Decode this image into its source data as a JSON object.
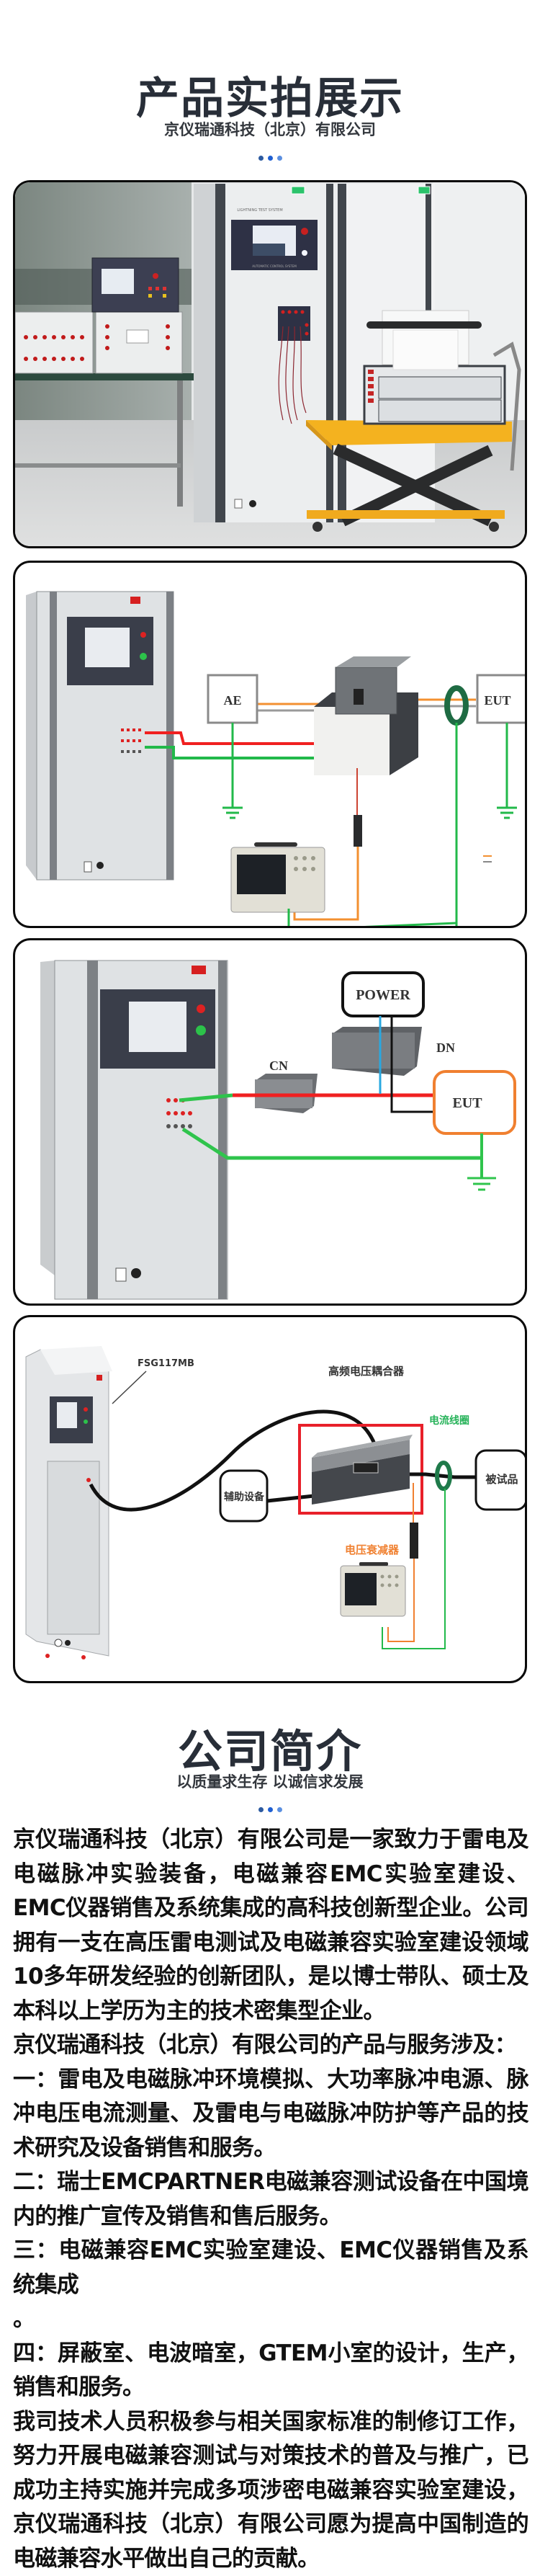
{
  "products_section": {
    "title": "产品实拍展示",
    "subtitle": "京仪瑞通科技（北京）有限公司",
    "dot_colors": [
      "#2c5aa0",
      "#1f5fd1",
      "#5b8fe0"
    ]
  },
  "gallery": [
    {
      "kind": "photo",
      "description": "Lightning surge test system cabinets with yellow scissor-lift cart",
      "cabinet_heading": "LIGHTNING TEST SYSTEM",
      "panel_caption": "AUTOMATIC CONTROL SYSTEM"
    },
    {
      "kind": "diagram",
      "labels": {
        "ae": "AE",
        "eut": "EUT"
      },
      "wire_colors": {
        "live": "#f02020",
        "ground": "#22b94a",
        "signal": "#f39030",
        "neutral": "#9a9a9a"
      }
    },
    {
      "kind": "diagram",
      "labels": {
        "power": "POWER",
        "dn": "DN",
        "cn": "CN",
        "eut": "EUT"
      },
      "wire_colors": {
        "live": "#f02020",
        "ground": "#22b94a",
        "power": "#29a8e0",
        "return": "#111111",
        "eut_border": "#f08030"
      }
    },
    {
      "kind": "diagram",
      "labels": {
        "generator": "FSG117MB",
        "coupler": "高频电压耦合器",
        "aux": "辅助设备",
        "eut": "被试品",
        "current_coil": "电流线圈",
        "attenuator": "电压衰减器"
      },
      "label_colors": {
        "current_coil": "#27b35a",
        "attenuator": "#f08030",
        "highlight": "#e8202a"
      }
    }
  ],
  "company_section": {
    "title": "公司简介",
    "subtitle": "以质量求生存 以诚信求发展",
    "dot_colors": [
      "#2c5aa0",
      "#1f5fd1",
      "#5b8fe0"
    ],
    "paragraphs": [
      "京仪瑞通科技（北京）有限公司是一家致力于雷电及电磁脉冲实验装备，电磁兼容EMC实验室建设、EMC仪器销售及系统集成的高科技创新型企业。公司拥有一支在高压雷电测试及电磁兼容实验室建设领域10多年研发经验的创新团队，是以博士带队、硕士及本科以上学历为主的技术密集型企业。",
      "京仪瑞通科技（北京）有限公司的产品与服务涉及：",
      "一：雷电及电磁脉冲环境模拟、大功率脉冲电源、脉冲电压电流测量、及雷电与电磁脉冲防护等产品的技术研究及设备销售和服务。",
      "二：瑞士EMCPARTNER电磁兼容测试设备在中国境内的推广宣传及销售和售后服务。",
      "三：电磁兼容EMC实验室建设、EMC仪器销售及系统集成",
      "。",
      "四：屏蔽室、电波暗室，GTEM小室的设计，生产，销售和服务。",
      "我司技术人员积极参与相关国家标准的制修订工作，努力开展电磁兼容测试与对策技术的普及与推广，已成功主持实施并完成多项涉密电磁兼容实验室建设，京仪瑞通科技（北京）有限公司愿为提高中国制造的电磁兼容水平做出自己的贡献。"
    ]
  }
}
